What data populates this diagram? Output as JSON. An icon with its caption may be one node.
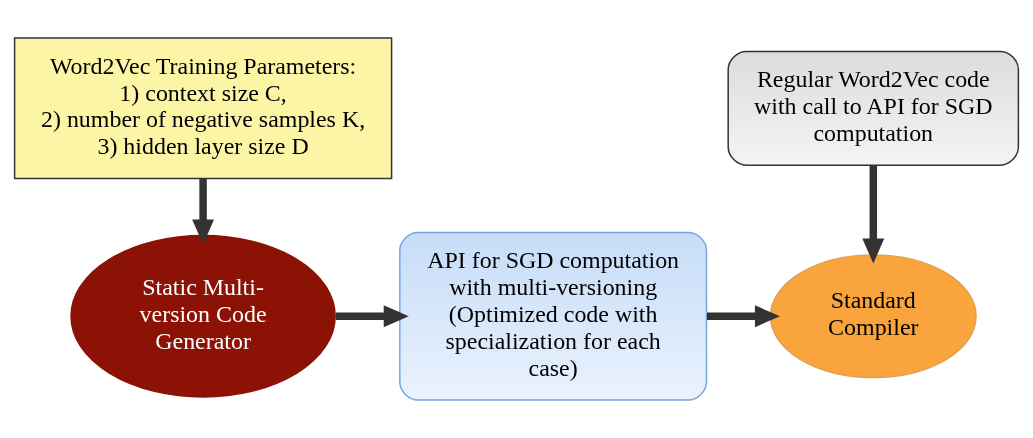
{
  "diagram": {
    "nodes": [
      {
        "text": [
          "Word2Vec Training Parameters:",
          "1) context size C,",
          "2) number of negative samples K,",
          "3) hidden layer size D"
        ]
      },
      {
        "text": [
          "Regular Word2Vec code with call to API for SGD computation"
        ]
      },
      {
        "text": [
          "Standard Compiler"
        ]
      },
      {
        "text": [
          "Static Multi-version Code Generator"
        ]
      },
      {
        "text": [
          "API for SGD computation with multi-versioning",
          "(Optimized code with specialization for each case)"
        ]
      }
    ],
    "edges": [
      {
        "from": 0,
        "to": 3,
        "arrow": "to"
      },
      {
        "from": 3,
        "to": 4,
        "arrow": "to"
      },
      {
        "from": 1,
        "to": 2,
        "arrow": "to"
      },
      {
        "from": 4,
        "to": 2,
        "arrow": "to"
      }
    ]
  }
}
